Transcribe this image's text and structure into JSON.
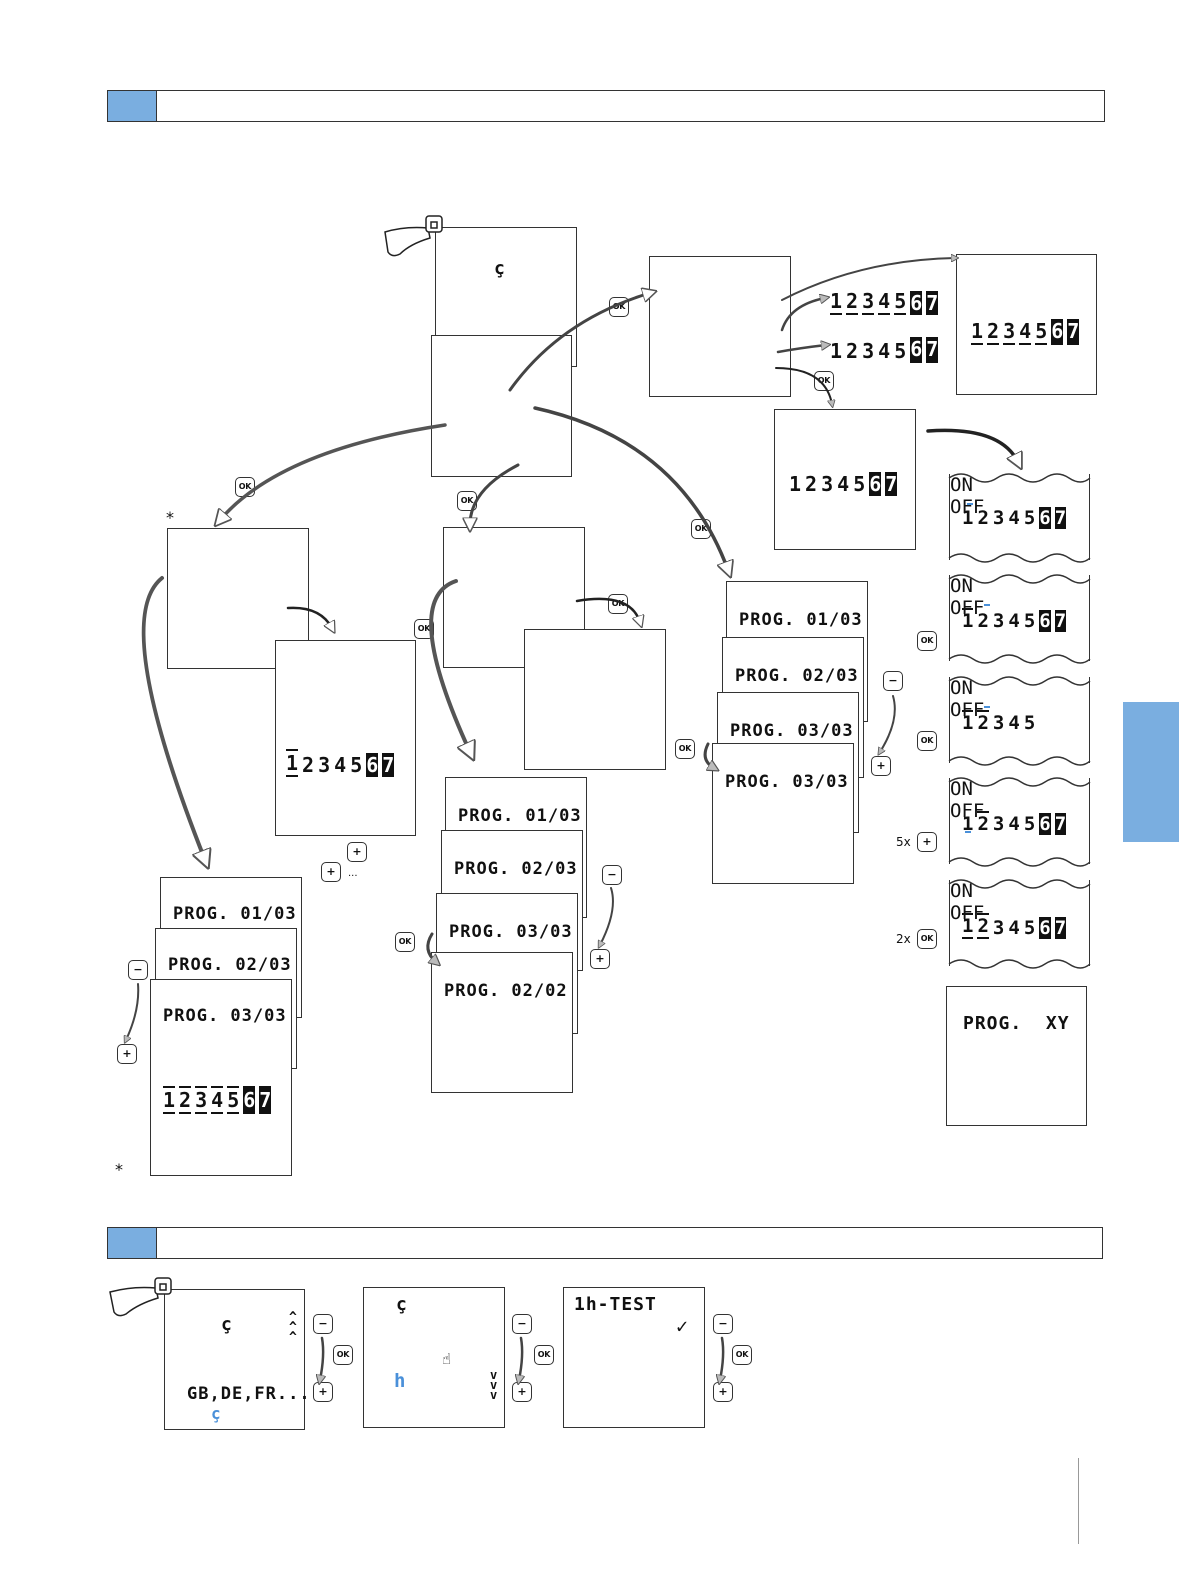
{
  "screens": {
    "prog_01": "PROG. 01/03",
    "prog_02": "PROG. 02/03",
    "prog_03": "PROG. 03/03",
    "prog_02_02": "PROG. 02/02",
    "prog_xy": "PROG.  XY",
    "on": "ON",
    "off": "OFF",
    "lang": "GB,DE,FR....",
    "test": "1h-TEST"
  },
  "days": [
    "1",
    "2",
    "3",
    "4",
    "5",
    "6",
    "7"
  ],
  "days_short": [
    "1",
    "2",
    "3",
    "4",
    "5"
  ],
  "buttons": {
    "ok": "OK",
    "plus": "+",
    "minus": "−"
  },
  "labels": {
    "five_x": "5x",
    "two_x": "2x",
    "ellipsis": "...",
    "star": "*"
  },
  "glyphs": {
    "check": "✓",
    "clock": "ç",
    "up": "^",
    "down": "v"
  },
  "colors": {
    "accent": "#7aaee0",
    "highlight": "#4a90d9"
  }
}
